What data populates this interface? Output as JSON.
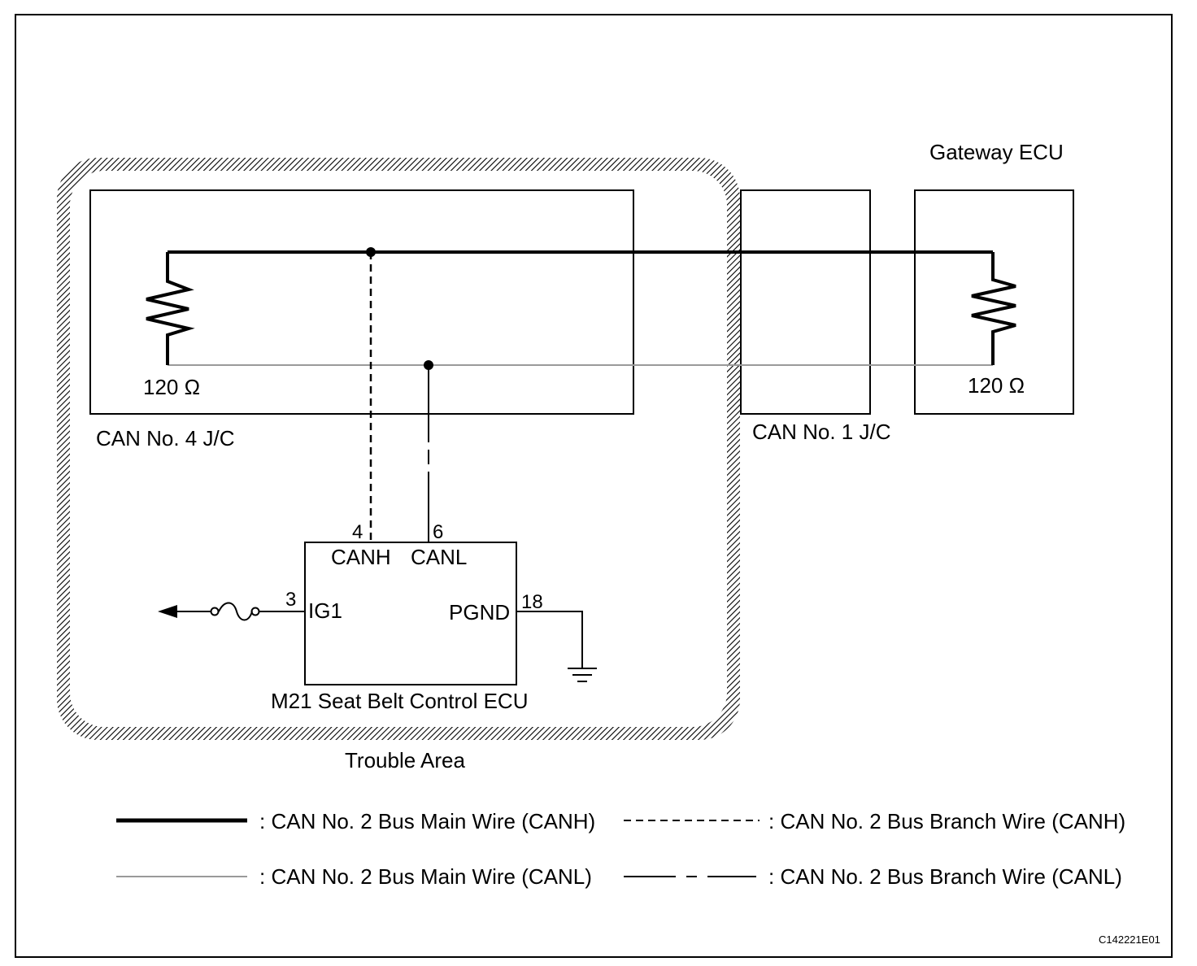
{
  "diagram": {
    "gateway_label": "Gateway ECU",
    "can4_jc_label": "CAN No. 4 J/C",
    "can1_jc_label": "CAN No. 1 J/C",
    "resistor_left_label": "120 Ω",
    "resistor_right_label": "120 Ω",
    "ecu": {
      "name": "M21 Seat Belt Control ECU",
      "pins": {
        "canh_num": "4",
        "canh_label": "CANH",
        "canl_num": "6",
        "canl_label": "CANL",
        "ig1_num": "3",
        "ig1_label": "IG1",
        "pgnd_num": "18",
        "pgnd_label": "PGND"
      }
    },
    "trouble_area_label": "Trouble Area",
    "figure_code": "C142221E01"
  },
  "legend": [
    {
      "style": "solid-thick",
      "text": ": CAN No. 2 Bus Main Wire (CANH)"
    },
    {
      "style": "dashed",
      "text": ": CAN No. 2 Bus Branch Wire (CANH)"
    },
    {
      "style": "thin-gray",
      "text": ": CAN No. 2 Bus Main Wire (CANL)"
    },
    {
      "style": "dash-long",
      "text": ": CAN No. 2 Bus Branch Wire (CANL)"
    }
  ]
}
